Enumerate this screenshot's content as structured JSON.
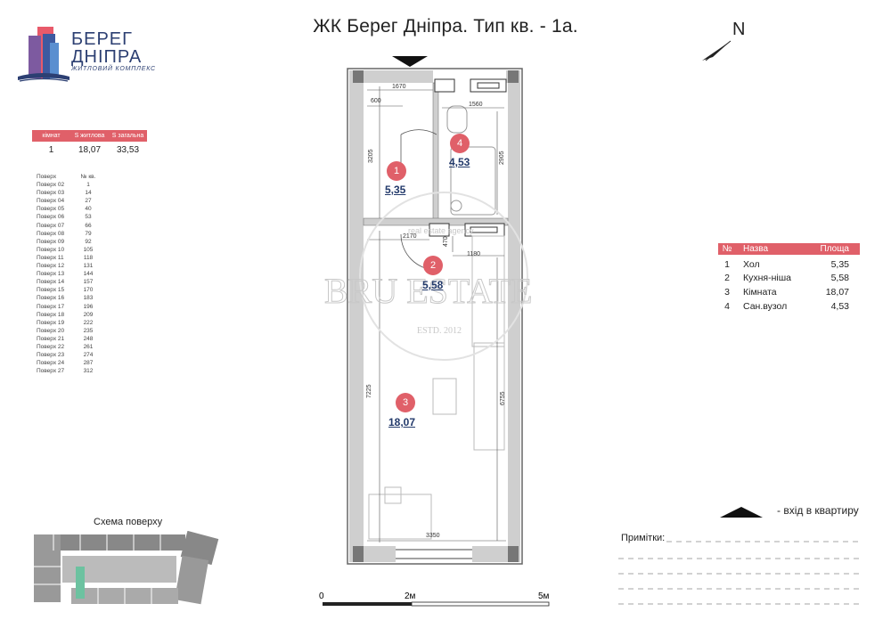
{
  "title": "ЖК Берег Дніпра. Тип кв. - 1а.",
  "logo": {
    "name_line1": "БЕРЕГ",
    "name_line2": "ДНІПРА",
    "subtitle": "ЖИТЛОВИЙ КОМПЛЕКС",
    "color": "#2c3f72"
  },
  "compass": {
    "label": "N"
  },
  "summary": {
    "headers": [
      "кімнат",
      "S житлова",
      "S загальна"
    ],
    "values": [
      "1",
      "18,07",
      "33,53"
    ]
  },
  "floors_table": {
    "headers": [
      "Поверх",
      "№ кв."
    ],
    "rows": [
      [
        "Поверх 02",
        "1"
      ],
      [
        "Поверх 03",
        "14"
      ],
      [
        "Поверх 04",
        "27"
      ],
      [
        "Поверх 05",
        "40"
      ],
      [
        "Поверх 06",
        "53"
      ],
      [
        "Поверх 07",
        "66"
      ],
      [
        "Поверх 08",
        "79"
      ],
      [
        "Поверх 09",
        "92"
      ],
      [
        "Поверх 10",
        "105"
      ],
      [
        "Поверх 11",
        "118"
      ],
      [
        "Поверх 12",
        "131"
      ],
      [
        "Поверх 13",
        "144"
      ],
      [
        "Поверх 14",
        "157"
      ],
      [
        "Поверх 15",
        "170"
      ],
      [
        "Поверх 16",
        "183"
      ],
      [
        "Поверх 17",
        "196"
      ],
      [
        "Поверх 18",
        "209"
      ],
      [
        "Поверх 19",
        "222"
      ],
      [
        "Поверх 20",
        "235"
      ],
      [
        "Поверх 21",
        "248"
      ],
      [
        "Поверх 22",
        "261"
      ],
      [
        "Поверх 23",
        "274"
      ],
      [
        "Поверх 24",
        "287"
      ],
      [
        "Поверх 27",
        "312"
      ]
    ]
  },
  "rooms_table": {
    "headers": [
      "№",
      "Назва",
      "Площа"
    ],
    "rows": [
      [
        "1",
        "Хол",
        "5,35"
      ],
      [
        "2",
        "Кухня-ніша",
        "5,58"
      ],
      [
        "3",
        "Кімната",
        "18,07"
      ],
      [
        "4",
        "Сан.вузол",
        "4,53"
      ]
    ]
  },
  "plan": {
    "rooms": [
      {
        "num": "1",
        "area": "5,35"
      },
      {
        "num": "4",
        "area": "4,53"
      },
      {
        "num": "2",
        "area": "5,58"
      },
      {
        "num": "3",
        "area": "18,07"
      }
    ],
    "dimensions": [
      "1670",
      "600",
      "1560",
      "3205",
      "2905",
      "2170",
      "470",
      "1180",
      "7225",
      "6755",
      "3350"
    ],
    "marker_color": "#e06069"
  },
  "watermark": {
    "name": "BRU ESTATE",
    "estd": "ESTD. 2012",
    "small": "real estate agency"
  },
  "schema_label": "Схема поверху",
  "entry_label": "- вхід в квартиру",
  "notes_label": "Примітки:",
  "scale": {
    "labels": [
      "0",
      "2м",
      "5м"
    ]
  }
}
